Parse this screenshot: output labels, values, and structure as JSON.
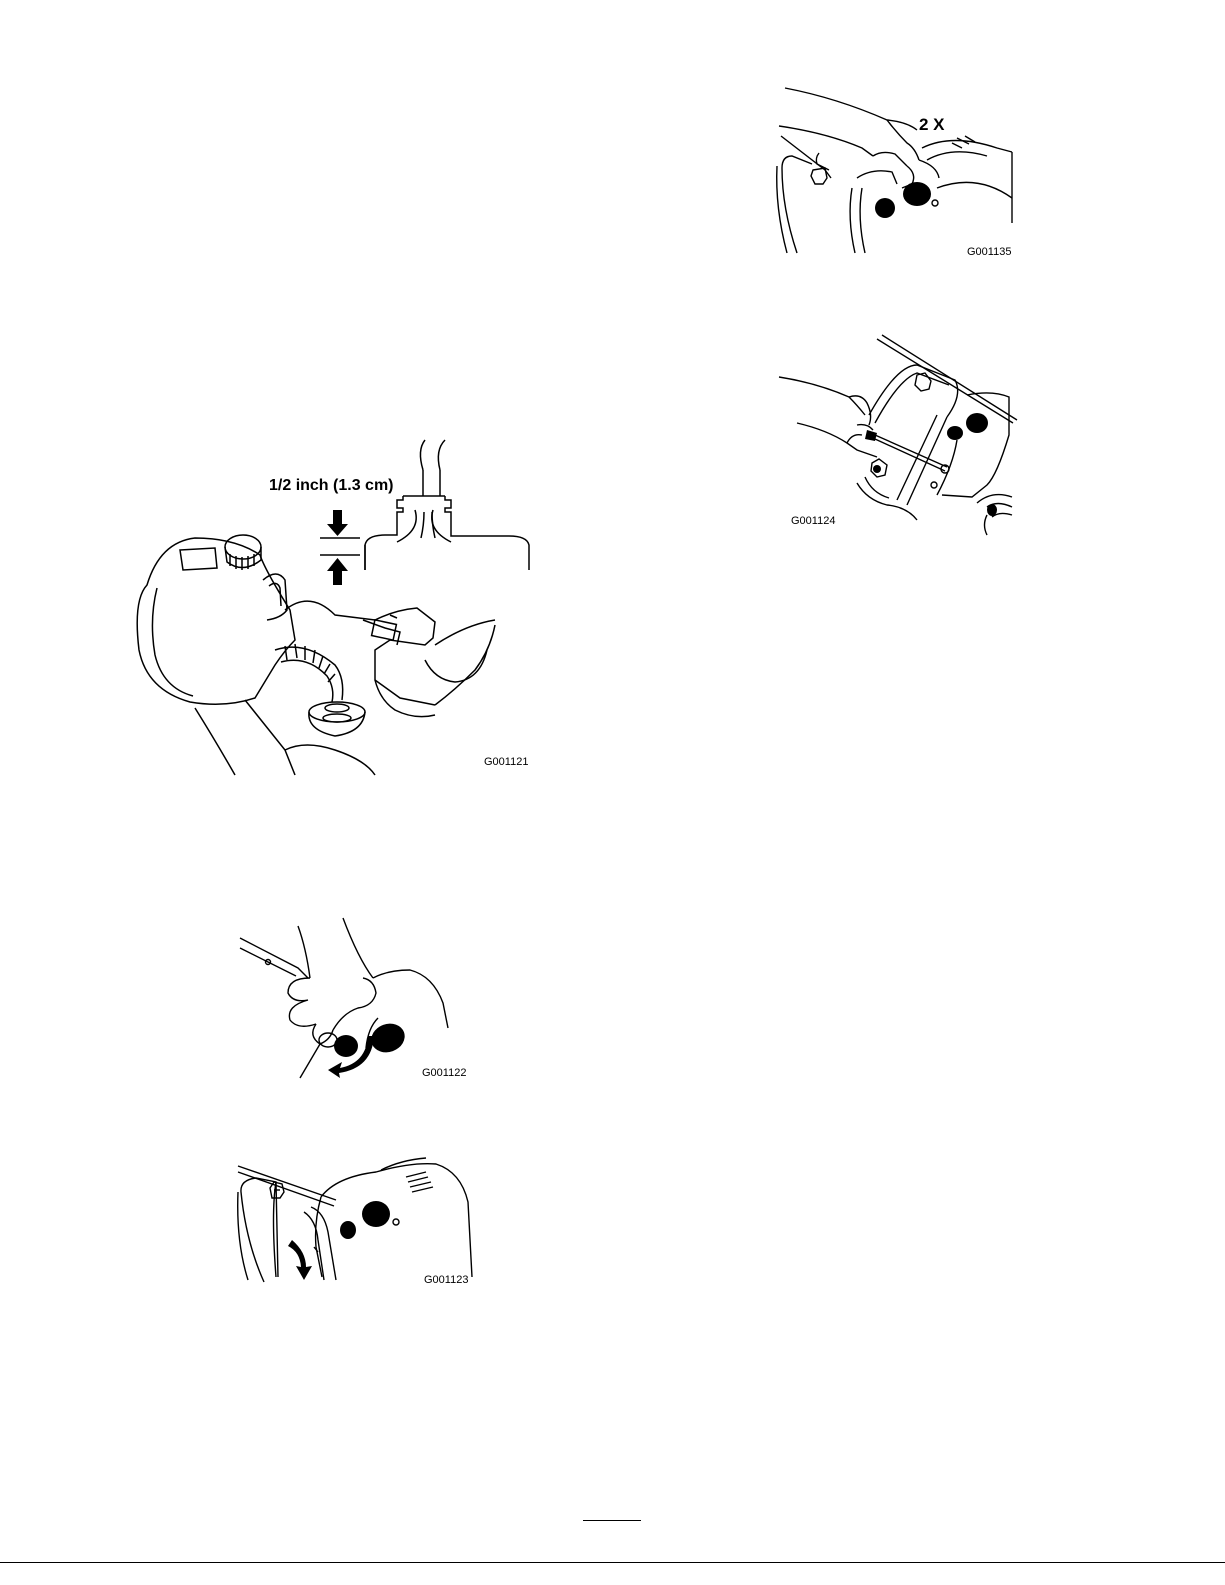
{
  "figures": [
    {
      "id": "fig-G001121",
      "code": "G001121",
      "callout": "1/2 inch (1.3 cm)"
    },
    {
      "id": "fig-G001122",
      "code": "G001122"
    },
    {
      "id": "fig-G001123",
      "code": "G001123"
    },
    {
      "id": "fig-G001135",
      "code": "G001135",
      "callout": "2 X"
    },
    {
      "id": "fig-G001124",
      "code": "G001124"
    }
  ]
}
